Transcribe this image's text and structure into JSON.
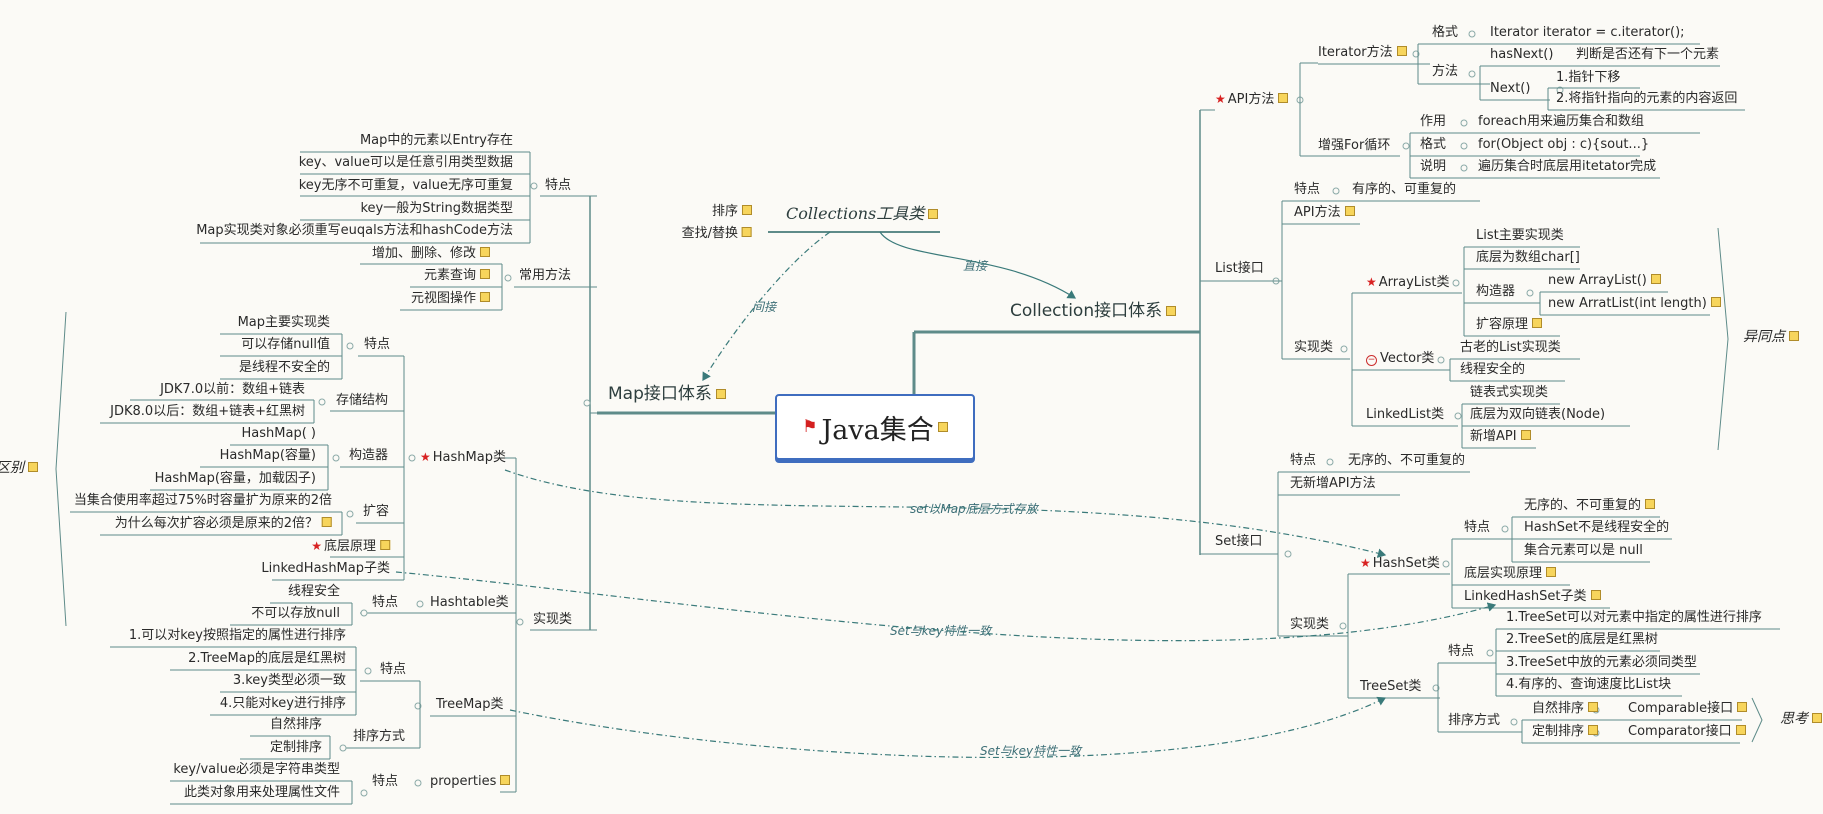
{
  "colors": {
    "line": "#5e8b89",
    "dashed": "#3a7a7a",
    "center_border": "#3f6dbf",
    "star": "#d82222",
    "note": "#f7d55c",
    "background": "#fbfaf6"
  },
  "icons": {
    "flag": "red-flag-icon",
    "star": "star-icon",
    "note": "note-icon",
    "minus": "minus-circle-icon",
    "bullet": "connector-dot-icon"
  },
  "center": {
    "title": "Java集合"
  },
  "branches": {
    "collection": "Collection接口体系",
    "map": "Map接口体系",
    "collections_tool": "Collections工具类"
  },
  "relations": {
    "direct": "直接",
    "indirect": "间接",
    "set_map": "set以Map底层方式存放",
    "set_key_1": "Set与key特性一致",
    "set_key_2": "Set与key特性一致"
  },
  "tool": {
    "sort": "排序",
    "search": "查找/替换"
  },
  "collection": {
    "api": "API方法",
    "iterator": "Iterator方法",
    "format": "格式",
    "iter_decl": "Iterator iterator = c.iterator();",
    "method": "方法",
    "hasnext": "hasNext()",
    "hasnext_desc": "判断是否还有下一个元素",
    "next": "Next()",
    "next_1": "1.指针下移",
    "next_2": "2.将指针指向的元素的内容返回",
    "enhanced_for": "增强For循环",
    "usage": "作用",
    "usage_desc": "foreach用来遍历集合和数组",
    "for_format": "格式",
    "for_format_desc": "for(Object obj : c){sout...}",
    "explain": "说明",
    "explain_desc": "遍历集合时底层用itetator完成",
    "list": "List接口",
    "list_feature": "特点",
    "list_feature_desc": "有序的、可重复的",
    "list_api": "API方法",
    "impl": "实现类",
    "arraylist": "ArrayList类",
    "al_main": "List主要实现类",
    "al_base": "底层为数组char[]",
    "al_ctor": "构造器",
    "al_ctor_1": "new ArrayList()",
    "al_ctor_2": "new ArratList(int length)",
    "al_expand": "扩容原理",
    "vector": "Vector类",
    "v_old": "古老的List实现类",
    "v_safe": "线程安全的",
    "linkedlist": "LinkedList类",
    "ll_1": "链表式实现类",
    "ll_2": "底层为双向链表(Node)",
    "ll_3": "新增API",
    "similar_diff": "异同点",
    "set": "Set接口",
    "set_feature": "特点",
    "set_feature_desc": "无序的、不可重复的",
    "set_no_api": "无新增API方法",
    "set_impl": "实现类",
    "hashset": "HashSet类",
    "hs_feature": "特点",
    "hs_f1": "无序的、不可重复的",
    "hs_f2": "HashSet不是线程安全的",
    "hs_f3": "集合元素可以是 null",
    "hs_base": "底层实现原理",
    "linkedhashset": "LinkedHashSet子类",
    "treeset": "TreeSet类",
    "ts_feature": "特点",
    "ts_f1": "1.TreeSet可以对元素中指定的属性进行排序",
    "ts_f2": "2.TreeSet的底层是红黑树",
    "ts_f3": "3.TreeSet中放的元素必须同类型",
    "ts_f4": "4.有序的、查询速度比List块",
    "ts_sort": "排序方式",
    "ts_natural": "自然排序",
    "ts_comparable": "Comparable接口",
    "ts_custom": "定制排序",
    "ts_comparator": "Comparator接口",
    "think": "思考"
  },
  "map": {
    "feature": "特点",
    "f1": "Map中的元素以Entry存在",
    "f2": "key、value可以是任意引用类型数据",
    "f3": "key无序不可重复，value无序可重复",
    "f4": "key一般为String数据类型",
    "f5": "Map实现类对象必须重写euqals方法和hashCode方法",
    "common": "常用方法",
    "c1": "增加、删除、修改",
    "c2": "元素查询",
    "c3": "元视图操作",
    "impl": "实现类",
    "hashmap": "HashMap类",
    "hm_feature": "特点",
    "hm_f1": "Map主要实现类",
    "hm_f2": "可以存储null值",
    "hm_f3": "是线程不安全的",
    "hm_storage": "存储结构",
    "hm_s1": "JDK7.0以前：数组+链表",
    "hm_s2": "JDK8.0以后：数组+链表+红黑树",
    "hm_ctor": "构造器",
    "hm_c1": "HashMap( )",
    "hm_c2": "HashMap(容量)",
    "hm_c3": "HashMap(容量，加载因子)",
    "hm_expand": "扩容",
    "hm_e1": "当集合使用率超过75%时容量扩为原来的2倍",
    "hm_e2": "为什么每次扩容必须是原来的2倍？",
    "hm_base": "底层原理",
    "linkedhashmap": "LinkedHashMap子类",
    "hashtable": "Hashtable类",
    "ht_feature": "特点",
    "ht_1": "线程安全",
    "ht_2": "不可以存放null",
    "treemap": "TreeMap类",
    "tm_feature": "特点",
    "tm_1": "1.可以对key按照指定的属性进行排序",
    "tm_2": "2.TreeMap的底层是红黑树",
    "tm_3": "3.key类型必须一致",
    "tm_4": "4.只能对key进行排序",
    "tm_sort": "排序方式",
    "tm_natural": "自然排序",
    "tm_custom": "定制排序",
    "properties": "properties",
    "pr_feature": "特点",
    "pr_1": "key/value必须是字符串类型",
    "pr_2": "此类对象用来处理属性文件",
    "difference": "区别"
  }
}
